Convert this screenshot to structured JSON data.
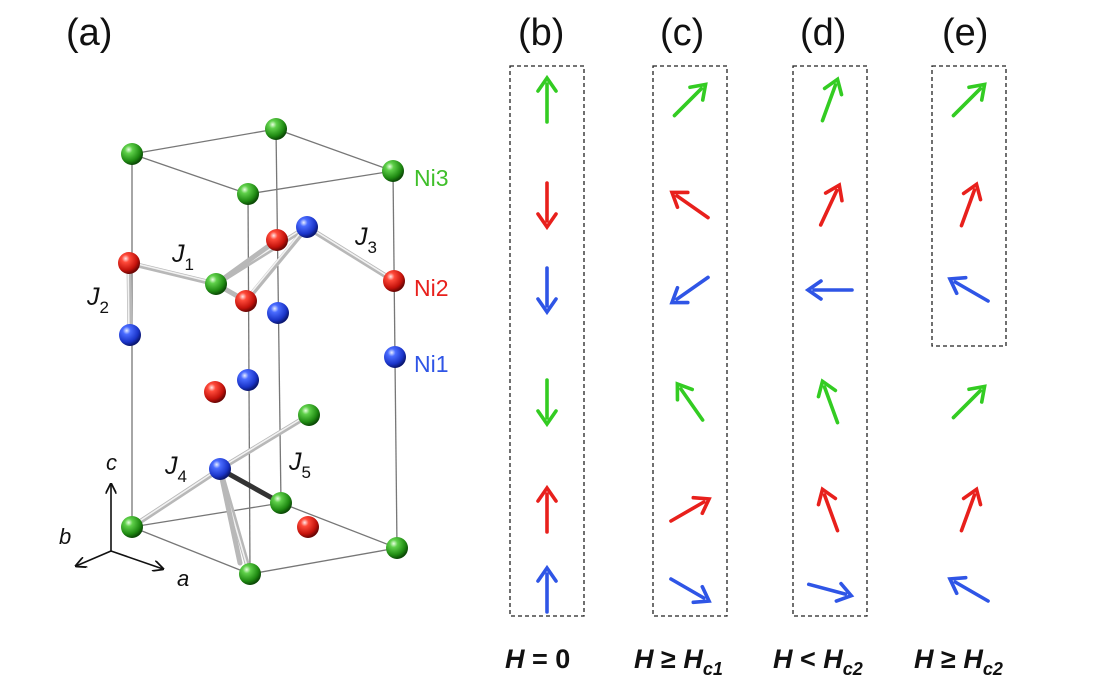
{
  "panels": {
    "a": "(a)",
    "b": "(b)",
    "c": "(c)",
    "d": "(d)",
    "e": "(e)"
  },
  "atom_labels": {
    "ni3": "Ni3",
    "ni2": "Ni2",
    "ni1": "Ni1"
  },
  "exchange_labels": {
    "j1": {
      "letter": "J",
      "sub": "1"
    },
    "j2": {
      "letter": "J",
      "sub": "2"
    },
    "j3": {
      "letter": "J",
      "sub": "3"
    },
    "j4": {
      "letter": "J",
      "sub": "4"
    },
    "j5": {
      "letter": "J",
      "sub": "5"
    }
  },
  "axes": {
    "a": "a",
    "b": "b",
    "c": "c"
  },
  "field_labels": {
    "b": {
      "h": "H",
      "rest": " = 0",
      "sub": ""
    },
    "c": {
      "h": "H",
      "rest": " ≥ ",
      "h2": "H",
      "sub": "c1"
    },
    "d": {
      "h": "H",
      "rest": " < ",
      "h2": "H",
      "sub": "c2"
    },
    "e": {
      "h": "H",
      "rest": " ≥ ",
      "h2": "H",
      "sub": "c2"
    }
  },
  "colors": {
    "ni1": "#2f55e6",
    "ni2": "#e8201c",
    "ni3": "#33cc22",
    "ni3_text": "#3fbf2a"
  },
  "spin_order": [
    "ni3",
    "ni2",
    "ni1",
    "ni3",
    "ni2",
    "ni1"
  ],
  "spin_angles_deg": {
    "b": [
      0,
      180,
      180,
      180,
      0,
      0
    ],
    "c": [
      45,
      -55,
      -125,
      -35,
      60,
      120
    ],
    "d": [
      20,
      25,
      -90,
      -20,
      -20,
      105
    ],
    "e": [
      45,
      20,
      -60,
      45,
      20,
      -60
    ]
  }
}
